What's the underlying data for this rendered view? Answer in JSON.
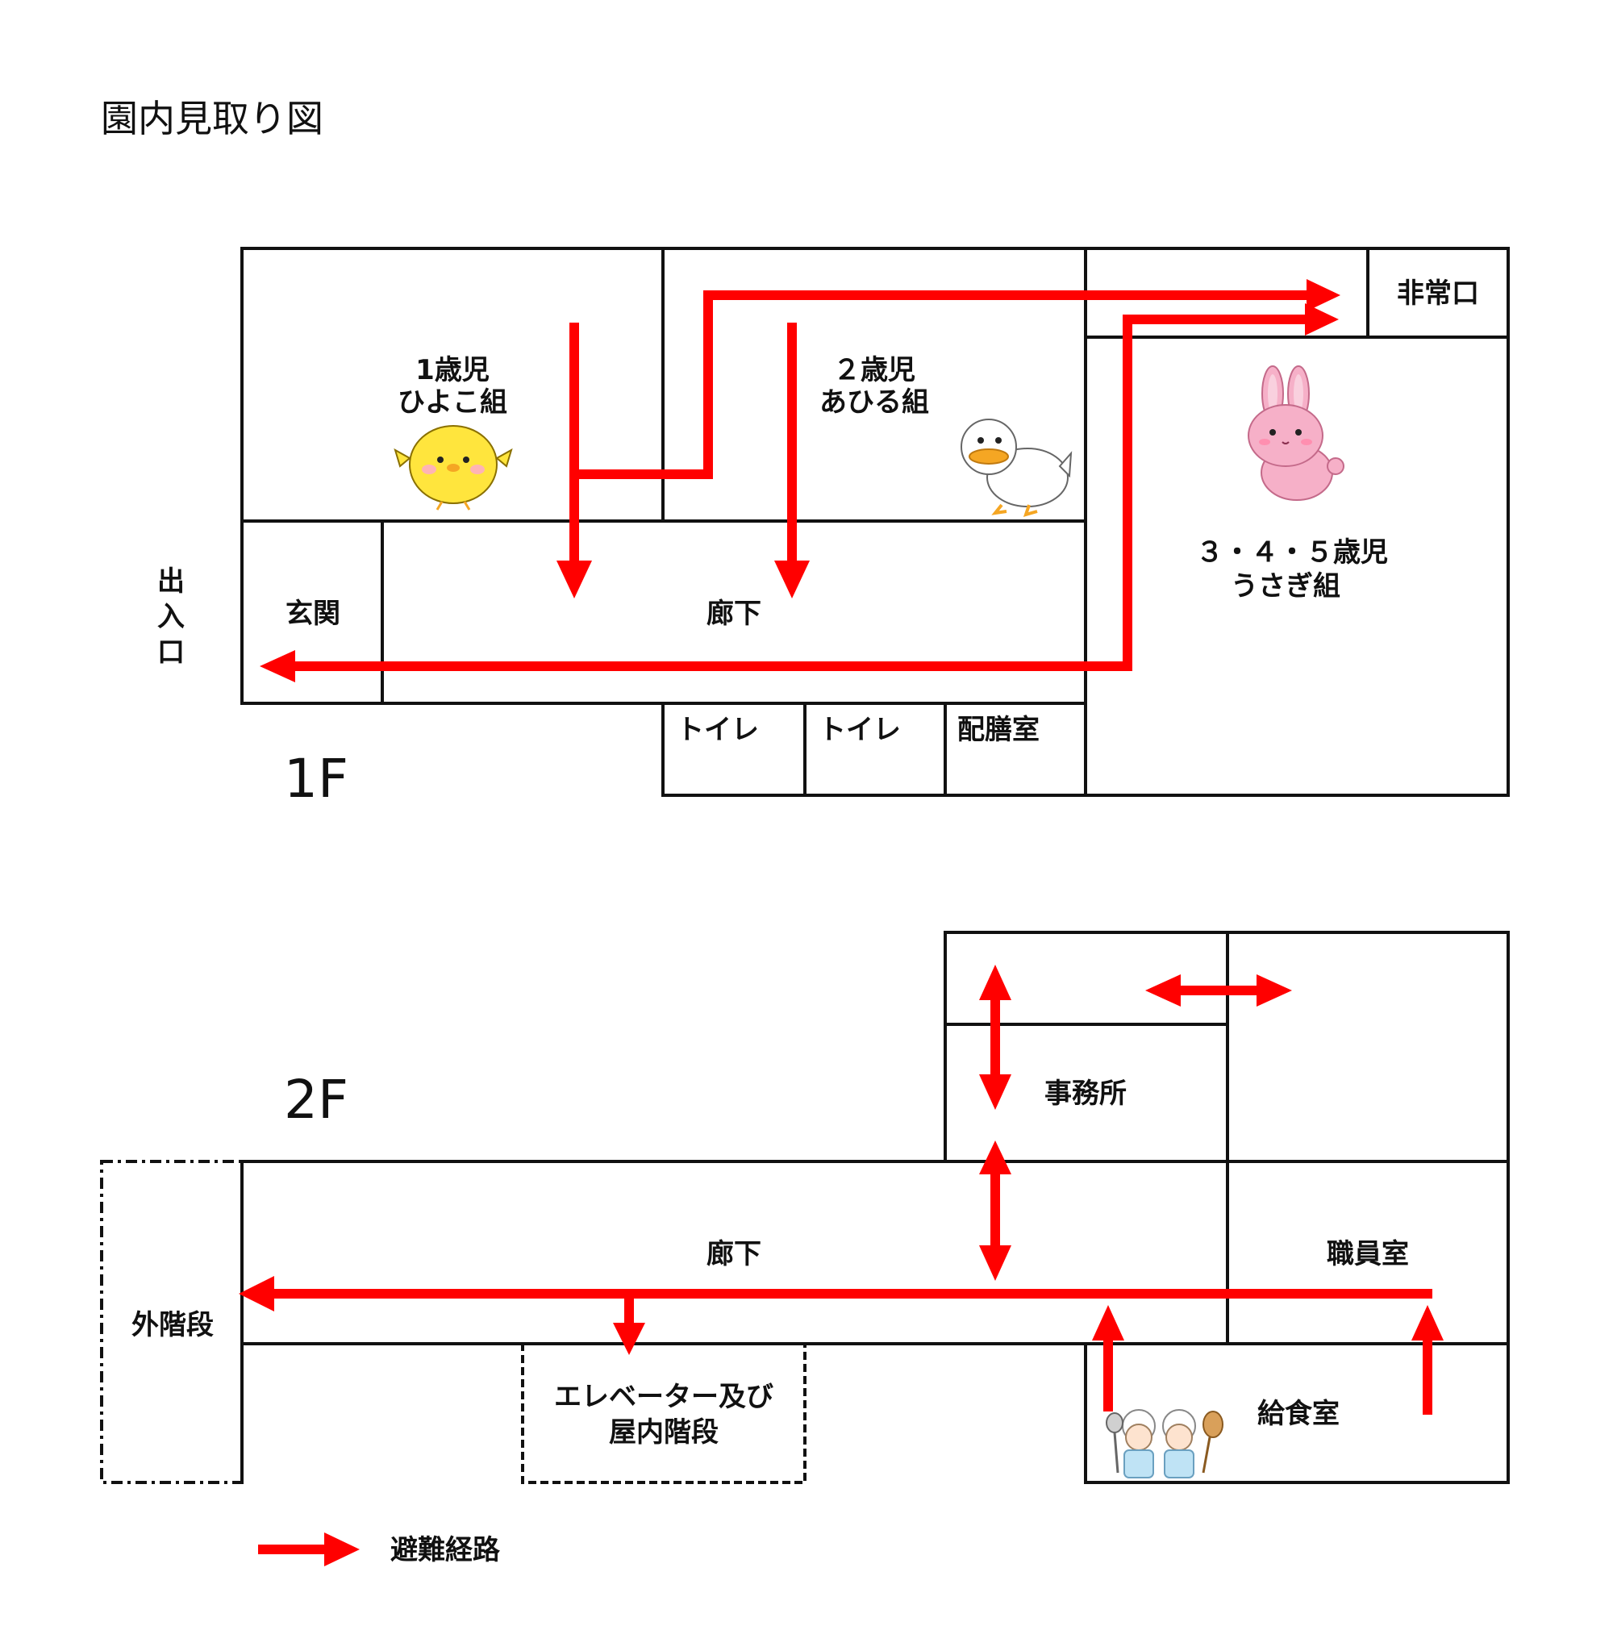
{
  "title": "園内見取り図",
  "floor1": {
    "label": "1F",
    "rooms": {
      "hiyoko": [
        "1歳児",
        "ひよこ組"
      ],
      "ahiru": [
        "２歳児",
        "あひる組"
      ],
      "usagi": [
        "３・４・５歳児",
        "うさぎ組"
      ],
      "emergency_exit": "非常口",
      "entrance_hall": "玄関",
      "corridor": "廊下",
      "toilet_a": "トイレ",
      "toilet_b": "トイレ",
      "serving_room": "配膳室"
    },
    "entrance_label": [
      "出",
      "入",
      "口"
    ]
  },
  "floor2": {
    "label": "2F",
    "rooms": {
      "office": "事務所",
      "corridor": "廊下",
      "staff_room": "職員室",
      "outside_stairs": "外階段",
      "elevator": [
        "エレベーター及び",
        "屋内階段"
      ],
      "kitchen": "給食室"
    }
  },
  "legend": {
    "label": "避難経路",
    "color": "#ff0000"
  },
  "icons": [
    "chick-icon",
    "duck-icon",
    "rabbit-icon",
    "cooks-icon"
  ]
}
